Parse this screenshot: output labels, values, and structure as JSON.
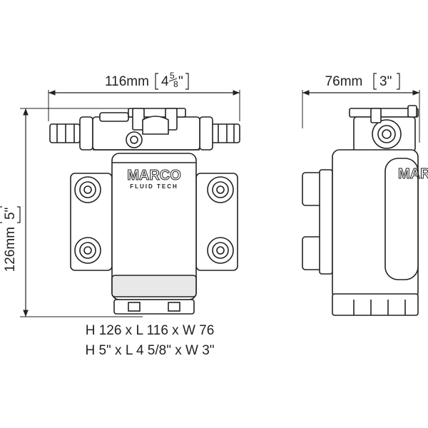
{
  "dimensions": {
    "front_width": {
      "metric": "116mm",
      "imperial_whole": "4",
      "imperial_num": "5",
      "imperial_den": "8",
      "imperial_unit": "\""
    },
    "side_width": {
      "metric": "76mm",
      "imperial": "3\""
    },
    "height": {
      "metric": "126mm",
      "imperial": "5\""
    }
  },
  "brand": {
    "name": "MARCO",
    "tagline": "FLUID TECH"
  },
  "captions": {
    "metric": "H 126 x L 116 x W 76",
    "imperial": "H 5\" x L 4 5/8\" x W 3\""
  },
  "colors": {
    "line": "#222222",
    "fill": "#ffffff",
    "shade": "#e8e8e8"
  }
}
